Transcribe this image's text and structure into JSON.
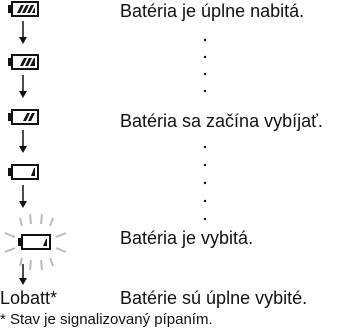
{
  "states": [
    {
      "icon": "battery-full-icon",
      "text": "Batéria je úplne nabitá."
    },
    {
      "icon": "battery-three-quarter-icon",
      "text": ""
    },
    {
      "icon": "battery-half-icon",
      "text": "Batéria sa začína vybíjať."
    },
    {
      "icon": "battery-low-icon",
      "text": ""
    },
    {
      "icon": "battery-empty-flashing-icon",
      "text": "Batéria je vybitá."
    },
    {
      "icon": "lobatt-indicator",
      "text": "Batérie sú úplne vybité."
    }
  ],
  "lobatt_label": "Lobatt*",
  "footnote": "* Stav je signalizovaný pípaním."
}
